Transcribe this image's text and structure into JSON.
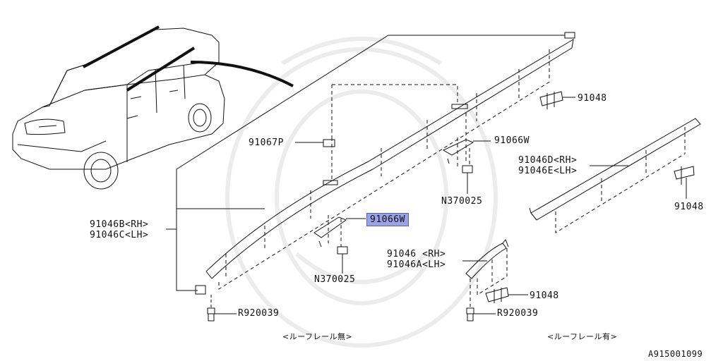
{
  "labels": {
    "p91067P": "91067P",
    "p91066W_top": "91066W",
    "p91066W_hl": "91066W",
    "p91048_a": "91048",
    "p91048_b": "91048",
    "p91048_c": "91048",
    "p91046D": "91046D<RH>",
    "p91046E": "91046E<LH>",
    "p91046B": "91046B<RH>",
    "p91046C": "91046C<LH>",
    "p91046": "91046  <RH>",
    "p91046A": "91046A<LH>",
    "pN370025_a": "N370025",
    "pN370025_b": "N370025",
    "pR920039_a": "R920039",
    "pR920039_b": "R920039",
    "cap_without": "<ルーフレール無>",
    "cap_with": "<ルーフレール有>",
    "diagram_id": "A915001099"
  },
  "colors": {
    "line": "#111111",
    "highlight": "#9aa3e6",
    "watermark": "#ececec"
  }
}
